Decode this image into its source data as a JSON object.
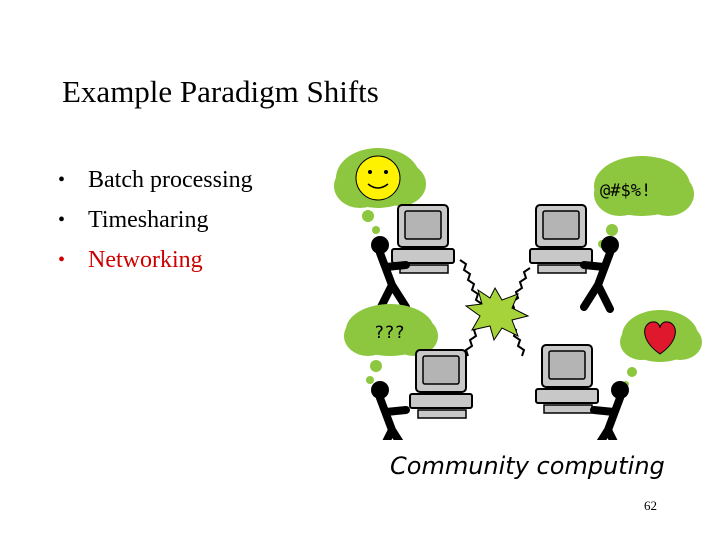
{
  "slide": {
    "title": "Example Paradigm Shifts",
    "bullets": [
      {
        "text": "Batch processing",
        "color": "#000000"
      },
      {
        "text": "Timesharing",
        "color": "#000000"
      },
      {
        "text": "Networking",
        "color": "#cc0000"
      }
    ],
    "bubble_symbols": "@#$%!",
    "bubble_question": "???",
    "caption": "Community computing",
    "page_number": "62"
  },
  "colors": {
    "cloud_green": "#8dc63f",
    "spark_green": "#a6d33a",
    "heart_red": "#e0182d",
    "smiley_yellow": "#fff200",
    "computer_gray": "#c8c8c8"
  },
  "icons": [
    "smiley-icon",
    "heart-icon",
    "computer-icon",
    "person-icon",
    "spark-icon"
  ]
}
